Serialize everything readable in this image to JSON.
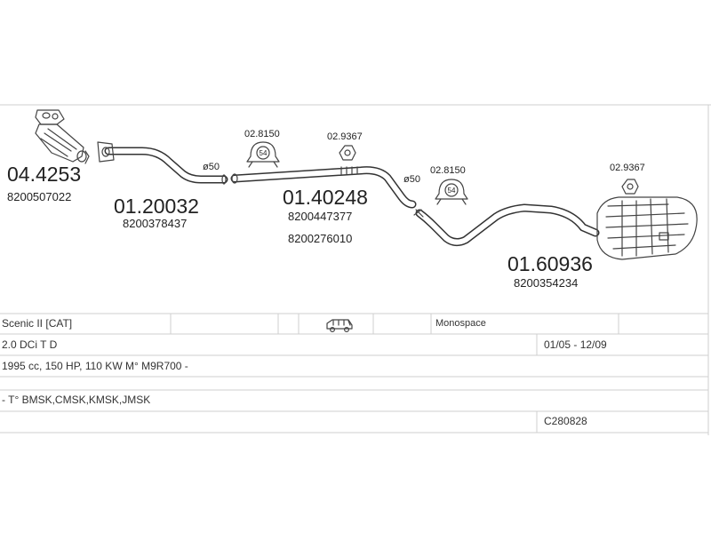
{
  "parts": {
    "catalyst": {
      "ref": "04.4253",
      "oem": "8200507022"
    },
    "front_pipe": {
      "ref": "01.20032",
      "oem": "8200378437",
      "diameter": "ø50"
    },
    "middle_pipe": {
      "ref": "01.40248",
      "oem1": "8200447377",
      "oem2": "8200276010",
      "diameter": "ø50"
    },
    "rear_silencer": {
      "ref": "01.60936",
      "oem": "8200354234"
    },
    "clamp_1": {
      "ref": "02.8150",
      "size": "54"
    },
    "clamp_2": {
      "ref": "02.8150",
      "size": "54"
    },
    "hanger_1": {
      "ref": "02.9367"
    },
    "hanger_2": {
      "ref": "02.9367"
    }
  },
  "table": {
    "model": "Scenic II  [CAT]",
    "body_type": "Monospace",
    "engine": "2.0 DCi T D",
    "period": "01/05 - 12/09",
    "specs": "1995 cc, 150 HP, 110 KW M° M9R700 -",
    "codes": "- T° BMSK,CMSK,KMSK,JMSK",
    "catalog_code": "C280828"
  },
  "icons": {
    "vehicle": "minivan-icon"
  }
}
